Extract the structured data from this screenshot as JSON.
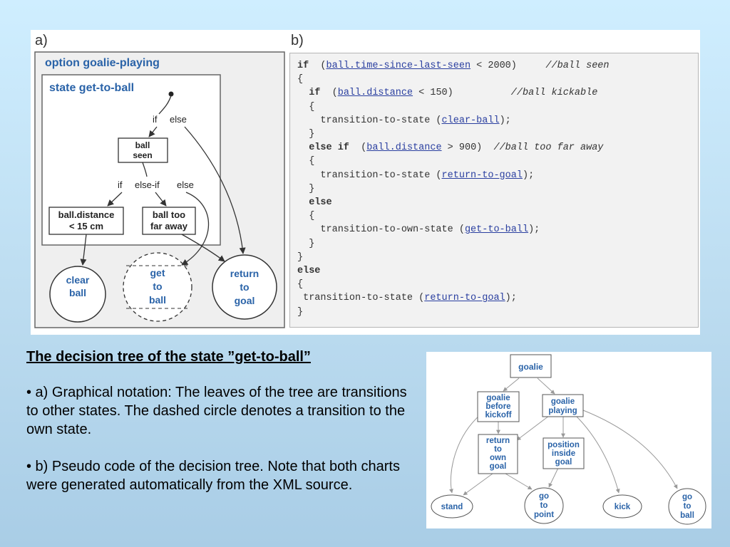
{
  "figure_a": {
    "label": "a)",
    "option_title": "option goalie-playing",
    "state_title": "state get-to-ball",
    "branch_if": "if",
    "branch_else": "else",
    "node_ball_seen": [
      "ball",
      "seen"
    ],
    "branch_if2": "if",
    "branch_elseif": "else-if",
    "branch_else2": "else",
    "node_ball_distance": [
      "ball.distance",
      "< 15 cm"
    ],
    "node_ball_too_far": [
      "ball too",
      "far away"
    ],
    "leaf_clear_ball": [
      "clear",
      "ball"
    ],
    "leaf_get_to_ball": [
      "get",
      "to",
      "ball"
    ],
    "leaf_return_to_goal": [
      "return",
      "to",
      "goal"
    ]
  },
  "figure_b": {
    "label": "b)",
    "lines": [
      [
        {
          "t": "if",
          "k": "kw"
        },
        {
          "t": "  ("
        },
        {
          "t": "ball.time-since-last-seen",
          "k": "ref"
        },
        {
          "t": " < 2000)     "
        },
        {
          "t": "//ball seen",
          "k": "cmt"
        }
      ],
      [
        {
          "t": "{"
        }
      ],
      [
        {
          "t": "  "
        },
        {
          "t": "if",
          "k": "kw"
        },
        {
          "t": "  ("
        },
        {
          "t": "ball.distance",
          "k": "ref"
        },
        {
          "t": " < 150)          "
        },
        {
          "t": "//ball kickable",
          "k": "cmt"
        }
      ],
      [
        {
          "t": "  {"
        }
      ],
      [
        {
          "t": "    transition-to-state ("
        },
        {
          "t": "clear-ball",
          "k": "ref"
        },
        {
          "t": ");"
        }
      ],
      [
        {
          "t": "  }"
        }
      ],
      [
        {
          "t": "  "
        },
        {
          "t": "else if",
          "k": "kw"
        },
        {
          "t": "  ("
        },
        {
          "t": "ball.distance",
          "k": "ref"
        },
        {
          "t": " > 900)  "
        },
        {
          "t": "//ball too far away",
          "k": "cmt"
        }
      ],
      [
        {
          "t": "  {"
        }
      ],
      [
        {
          "t": "    transition-to-state ("
        },
        {
          "t": "return-to-goal",
          "k": "ref"
        },
        {
          "t": ");"
        }
      ],
      [
        {
          "t": "  }"
        }
      ],
      [
        {
          "t": "  "
        },
        {
          "t": "else",
          "k": "kw"
        }
      ],
      [
        {
          "t": "  {"
        }
      ],
      [
        {
          "t": "    transition-to-own-state ("
        },
        {
          "t": "get-to-ball",
          "k": "ref"
        },
        {
          "t": ");"
        }
      ],
      [
        {
          "t": "  }"
        }
      ],
      [
        {
          "t": "}"
        }
      ],
      [
        {
          "t": "else",
          "k": "kw"
        }
      ],
      [
        {
          "t": "{"
        }
      ],
      [
        {
          "t": " transition-to-state ("
        },
        {
          "t": "return-to-goal",
          "k": "ref"
        },
        {
          "t": ");"
        }
      ],
      [
        {
          "t": "}"
        }
      ]
    ]
  },
  "caption": {
    "title": "The decision tree of the state ”get-to-ball”",
    "para1": "• a) Graphical notation: The leaves of the tree are transitions to other states. The dashed circle denotes a transition to the own state.",
    "para2": "• b) Pseudo code of the decision tree. Note that both charts were generated automatically from the XML source."
  },
  "tree": {
    "goalie": [
      "goalie"
    ],
    "goalie_before_kickoff": [
      "goalie",
      "before",
      "kickoff"
    ],
    "goalie_playing": [
      "goalie",
      "playing"
    ],
    "return_to_own_goal": [
      "return",
      "to",
      "own",
      "goal"
    ],
    "position_inside_goal": [
      "position",
      "inside",
      "goal"
    ],
    "stand": [
      "stand"
    ],
    "go_to_point": [
      "go",
      "to",
      "point"
    ],
    "kick": [
      "kick"
    ],
    "go_to_ball": [
      "go",
      "to",
      "ball"
    ]
  }
}
